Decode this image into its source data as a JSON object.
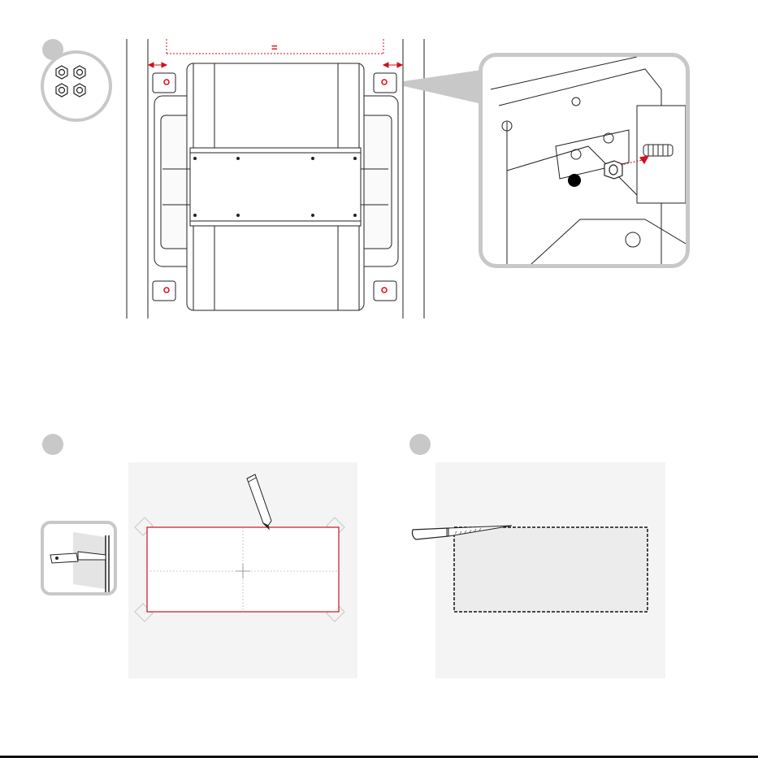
{
  "steps": [
    {
      "id": "step-1",
      "label": ""
    },
    {
      "id": "step-2",
      "label": ""
    },
    {
      "id": "step-3",
      "label": ""
    }
  ],
  "dimension": {
    "equal_sign": "="
  },
  "colors": {
    "accent_red": "#d0101e",
    "badge_gray": "#c8c8c8",
    "panel_bg": "#f4f4f4",
    "line": "#222222"
  },
  "icons": [
    "nut-icon",
    "pencil-icon",
    "knife-icon",
    "saw-icon",
    "screw-icon",
    "arrow-icon"
  ]
}
